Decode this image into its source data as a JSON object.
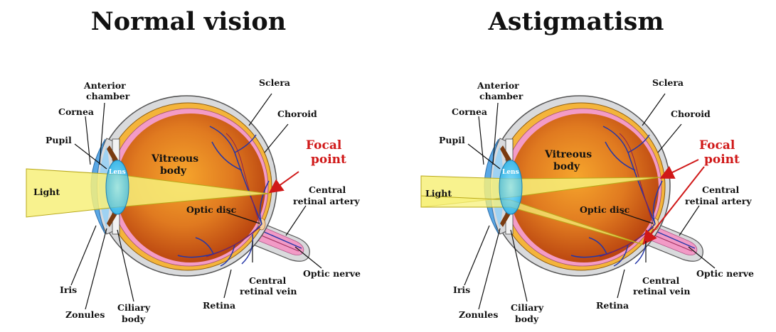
{
  "panels": [
    {
      "title": "Normal vision",
      "labels": {
        "anterior_chamber": [
          "Anterior",
          "chamber"
        ],
        "cornea": "Cornea",
        "pupil": "Pupil",
        "lens": "Lens",
        "light": "Light",
        "vitreous_body": [
          "Vitreous",
          "body"
        ],
        "sclera": "Sclera",
        "choroid": "Choroid",
        "focal_point": [
          "Focal",
          "point"
        ],
        "central_retinal_artery": [
          "Central",
          "retinal artery"
        ],
        "optic_disc": "Optic disc",
        "iris": "Iris",
        "zonules": "Zonules",
        "ciliary_body": [
          "Ciliary",
          "body"
        ],
        "retina": "Retina",
        "central_retinal_vein": [
          "Central",
          "retinal vein"
        ],
        "optic_nerve": "Optic nerve"
      }
    },
    {
      "title": "Astigmatism",
      "labels": {
        "anterior_chamber": [
          "Anterior",
          "chamber"
        ],
        "cornea": "Cornea",
        "pupil": "Pupil",
        "lens": "Lens",
        "light": "Light",
        "vitreous_body": [
          "Vitreous",
          "body"
        ],
        "sclera": "Sclera",
        "choroid": "Choroid",
        "focal_point": [
          "Focal",
          "point"
        ],
        "central_retinal_artery": [
          "Central",
          "retinal artery"
        ],
        "optic_disc": "Optic disc",
        "iris": "Iris",
        "zonules": "Zonules",
        "ciliary_body": [
          "Ciliary",
          "body"
        ],
        "retina": "Retina",
        "central_retinal_vein": [
          "Central",
          "retinal vein"
        ],
        "optic_nerve": "Optic nerve"
      }
    }
  ],
  "colors": {
    "sclera": "#d9dadc",
    "choroid": "#f4b43a",
    "retina_pink": "#f39bc6",
    "vitreous_inner": "#f29a2a",
    "vitreous_outer": "#c44e12",
    "cornea_blue": "#5aa8e6",
    "lens_blue": "#55c8f0",
    "light_beam": "#f7f07a",
    "vessels": "#2436a8",
    "focal_red": "#d01818"
  }
}
